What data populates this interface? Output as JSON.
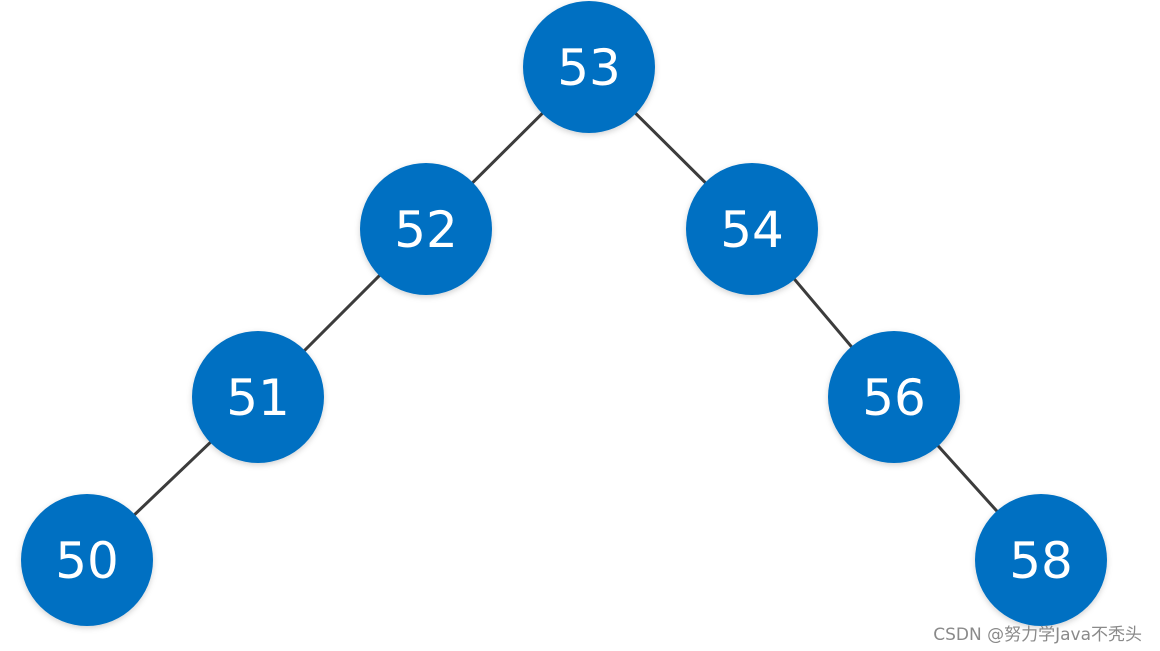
{
  "diagram": {
    "colors": {
      "node_fill": "#0670c2",
      "node_text": "#ffffff",
      "edge": "#3c3c3c"
    },
    "nodes": [
      {
        "id": "n53",
        "label": "53"
      },
      {
        "id": "n52",
        "label": "52"
      },
      {
        "id": "n54",
        "label": "54"
      },
      {
        "id": "n51",
        "label": "51"
      },
      {
        "id": "n56",
        "label": "56"
      },
      {
        "id": "n50",
        "label": "50"
      },
      {
        "id": "n58",
        "label": "58"
      }
    ],
    "edges": [
      {
        "from": "n53",
        "to": "n52"
      },
      {
        "from": "n53",
        "to": "n54"
      },
      {
        "from": "n52",
        "to": "n51"
      },
      {
        "from": "n51",
        "to": "n50"
      },
      {
        "from": "n54",
        "to": "n56"
      },
      {
        "from": "n56",
        "to": "n58"
      }
    ]
  },
  "watermark": "CSDN @努力学Java不秃头"
}
